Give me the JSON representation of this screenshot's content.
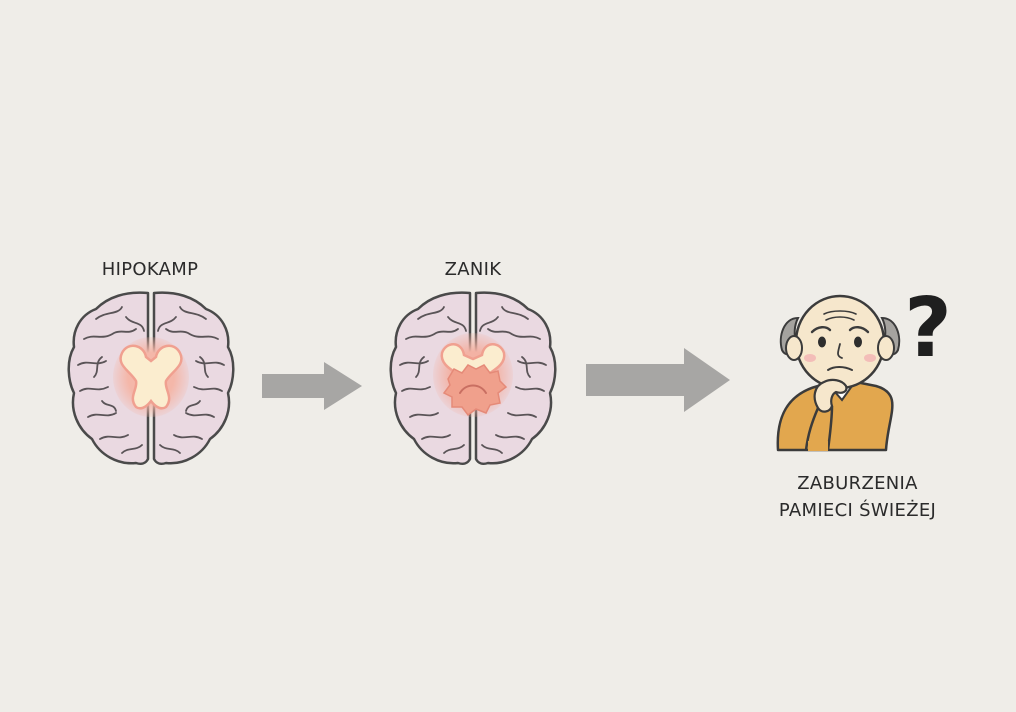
{
  "diagram": {
    "stage1_label": "HIPOKAMP",
    "stage2_label": "ZANIK",
    "outcome_label_line1": "ZABURZENIA",
    "outcome_label_line2": "PAMIECI ŚWIEŻEJ",
    "question_mark": "?"
  },
  "colors": {
    "background": "#efede8",
    "brain_fill": "#ead9e1",
    "brain_outline": "#4a4a4a",
    "hippocampus_fill": "#fbedcf",
    "hippocampus_glow": "#f2a79a",
    "atrophy_fill": "#f0a08c",
    "arrow": "#a7a6a4",
    "sweater": "#e2a74e",
    "skin": "#f6e7cc",
    "hair": "#a5a39f"
  },
  "icons": [
    "brain-icon",
    "arrow-right-icon",
    "confused-elderly-man-icon",
    "question-mark-icon"
  ]
}
